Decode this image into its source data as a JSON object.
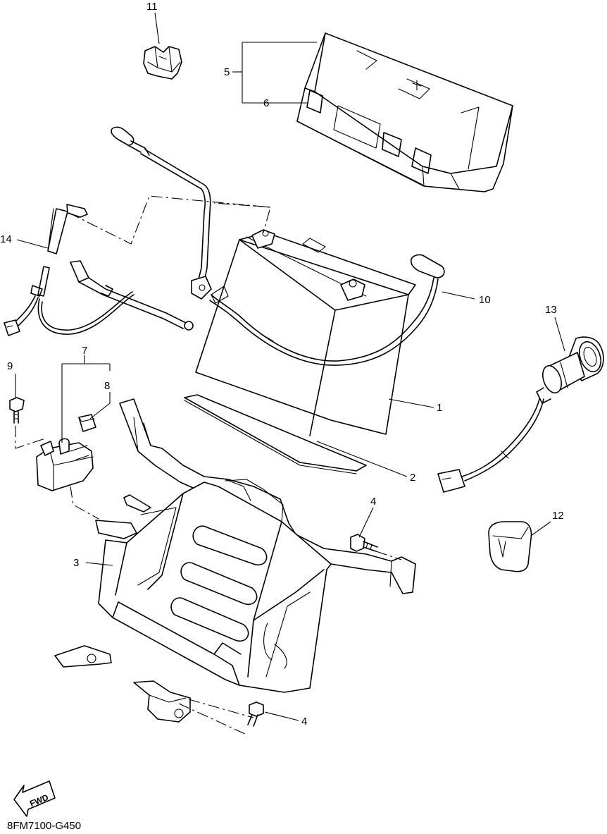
{
  "diagram": {
    "drawing_code": "8FM7100-G450",
    "fwd_label": "FWD",
    "callouts": [
      {
        "id": "c1",
        "label": "1"
      },
      {
        "id": "c2",
        "label": "2"
      },
      {
        "id": "c3",
        "label": "3"
      },
      {
        "id": "c4a",
        "label": "4"
      },
      {
        "id": "c4b",
        "label": "4"
      },
      {
        "id": "c5",
        "label": "5"
      },
      {
        "id": "c6",
        "label": "6"
      },
      {
        "id": "c7",
        "label": "7"
      },
      {
        "id": "c8",
        "label": "8"
      },
      {
        "id": "c9",
        "label": "9"
      },
      {
        "id": "c10",
        "label": "10"
      },
      {
        "id": "c11",
        "label": "11"
      },
      {
        "id": "c12",
        "label": "12"
      },
      {
        "id": "c13",
        "label": "13"
      },
      {
        "id": "c14",
        "label": "14"
      }
    ]
  }
}
